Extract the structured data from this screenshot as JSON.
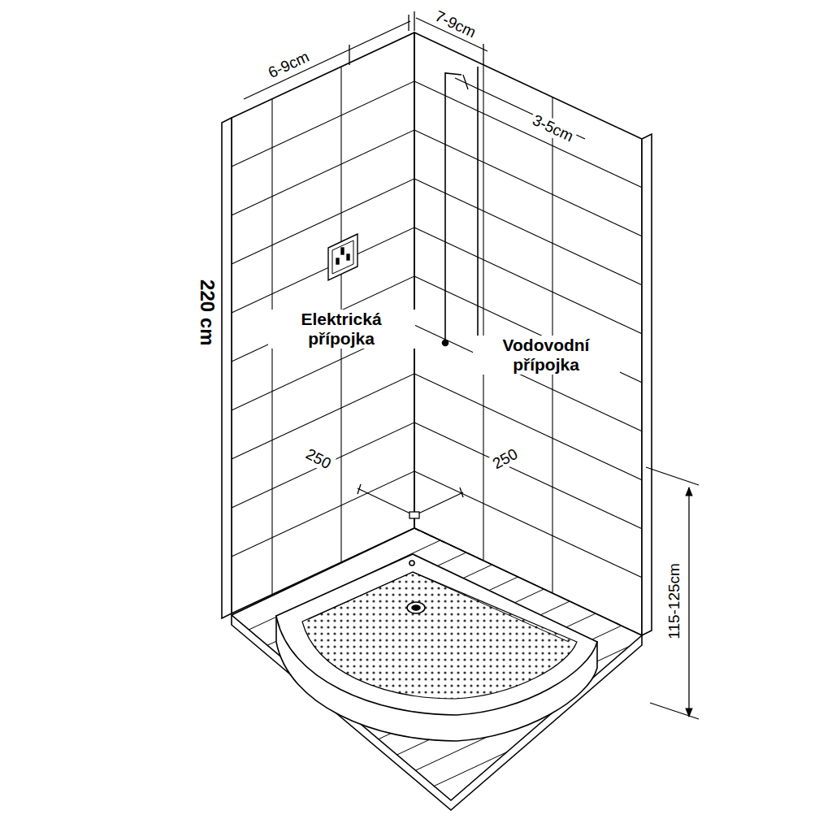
{
  "diagram": {
    "labels": [
      "7-9cm",
      "6-9cm",
      "3-5cm",
      "220 cm",
      "Elektrická přípojka",
      "Vodovodní přípojka",
      "250",
      "250",
      "115-125cm"
    ]
  }
}
